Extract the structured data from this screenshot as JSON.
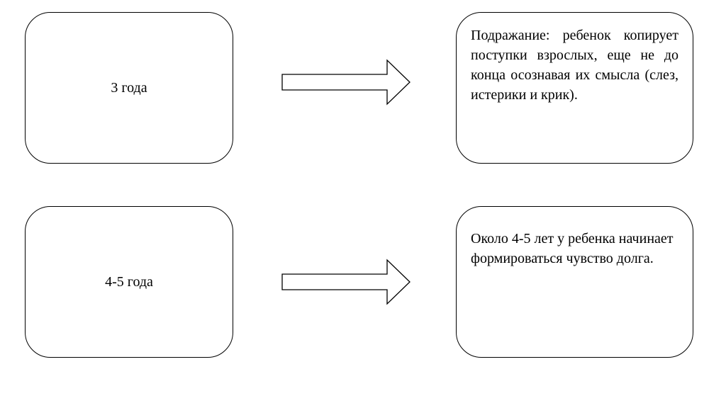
{
  "rows": [
    {
      "age": "3 года",
      "description": "Подражание: ребенок копирует поступки взрослых, еще не до конца осознавая их смысла (слез, истерики и крик)."
    },
    {
      "age": "4-5 года",
      "description": "Около 4-5 лет у ребенка начинает формироваться чувство долга."
    }
  ]
}
